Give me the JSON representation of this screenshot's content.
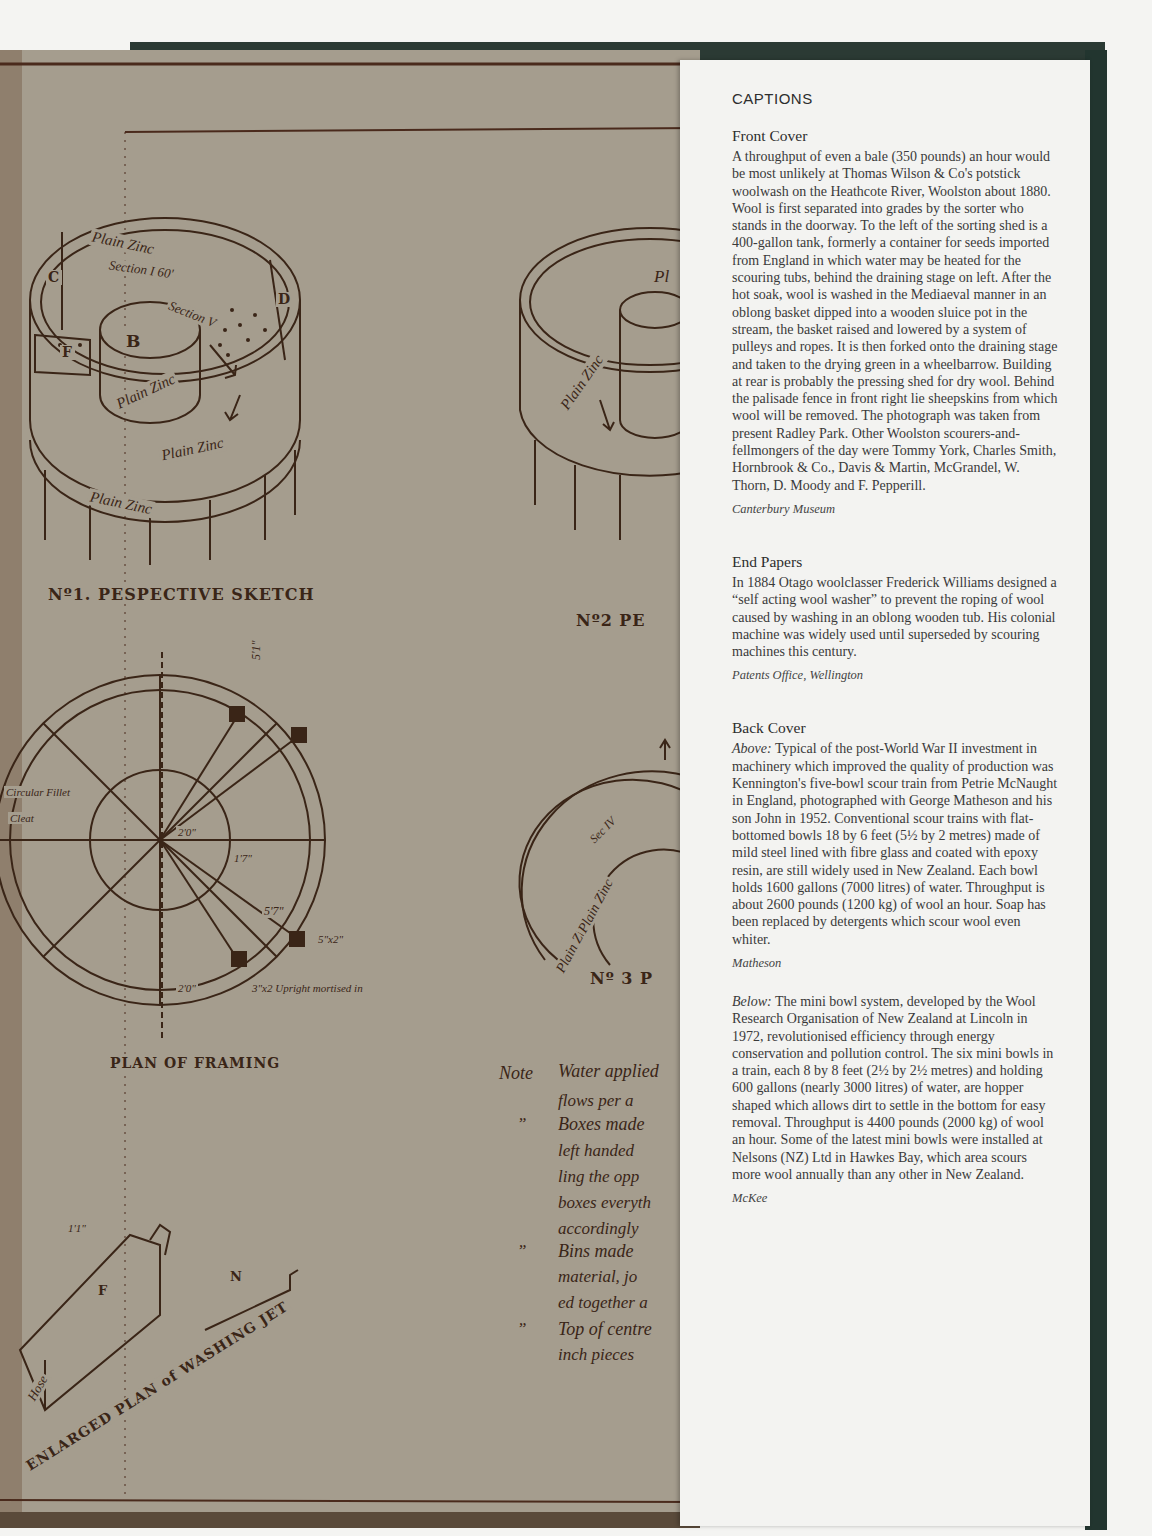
{
  "diagram": {
    "nodes": [
      {
        "text": [
          "CAPTIONS",
          "Front Cover",
          "A throughput of even a bale (350 pounds) an hour would be most unlikely at Thomas Wilson & Co's potstick woolwash on the Heathcote River, Woolston about 1880. Wool is first separated into grades by the sorter who stands in the doorway. To the left of the sorting shed is a 400-gallon tank, formerly a container for seeds imported from England in which water may be heated for the scouring tubs, behind the draining stage on left. After the hot soak, wool is washed in the Mediaeval manner in an oblong basket dipped into a wooden sluice pot in the stream, the basket raised and lowered by a system of pulleys and ropes. It is then forked onto the draining stage and taken to the drying green in a wheelbarrow. Building at rear is probably the pressing shed for dry wool. Behind the palisade fence in front right lie sheepskins from which wool will be removed. The photograph was taken from present Radley Park. Other Woolston scourers-and-fellmongers of the day were Tommy York, Charles Smith, Hornbrook & Co., Davis & Martin, McGrandel, W. Thorn, D. Moody and F. Pepperill.",
          "Canterbury Museum",
          "End Papers",
          "In 1884 Otago woolclasser Frederick Williams designed a “self acting wool washer” to prevent the roping of wool caused by washing in an oblong wooden tub. His colonial machine was widely used until superseded by scouring machines this century.",
          "Patents Office, Wellington",
          "Back Cover",
          "Above:",
          "Typical of the post-World War II investment in machinery which improved the quality of production was Kennington's five-bowl scour train from Petrie McNaught in England, photographed with George Matheson and his son John in 1952. Conventional scour trains with flat-bottomed bowls 18 by 6 feet (5½ by 2 metres) made of mild steel lined with fibre glass and coated with epoxy resin, are still widely used in New Zealand. Each bowl holds 1600 gallons (7000 litres) of water. Throughput is about 2600 pounds (1200 kg) of wool an hour. Soap has been replaced by detergents which scour wool even whiter.",
          "Matheson",
          "Below:",
          "The mini bowl system, developed by the Wool Research Organisation of New Zealand at Lincoln in 1972, revolutionised efficiency through energy conservation and pollution control. The six mini bowls in a train, each 8 by 8 feet (2½ by 2½ metres) and holding 600 gallons (nearly 3000 litres) of water, are hopper shaped which allows dirt to settle in the bottom for easy removal. Throughput is 4400 pounds (2000 kg) of wool an hour. Some of the latest mini bowls were installed at Nelsons (NZ) Ltd in Hawkes Bay, which area scours more wool annually than any other in New Zealand.",
          "McKee"
        ]
      }
    ],
    "labels": [
      "Plain Zinc",
      "Section I 60'",
      "Section V",
      "B",
      "Plain Zinc",
      "Plain Zinc",
      "Plain Zinc",
      "C",
      "F",
      "D",
      "Nº1. PESPECTIVE SKETCH",
      "Pl",
      "Plain Zinc",
      "Nº2 PE",
      "Circular Fillet",
      "Cleat",
      "5'1\"",
      "5'7\"",
      "2'0\"",
      "2'0\"",
      "1'7\"",
      "5\"x2\"",
      "3\"x2 Upright mortised in",
      "PLAN OF FRAMING",
      "Sec IV",
      "Plain Zinc",
      "Plain Zinc",
      "Nº 3 P",
      "Note",
      "Water applied",
      "flows per a",
      "”",
      "Boxes made",
      "left handed",
      "ling the opp",
      "boxes everyth",
      "accordingly",
      "”",
      "Bins made",
      "material, jo",
      "ed together a",
      "”",
      "Top of centre",
      "inch pieces",
      "1'1\"",
      "F",
      "N",
      "Hose",
      "ENLARGED PLAN of WASHING JET"
    ]
  }
}
